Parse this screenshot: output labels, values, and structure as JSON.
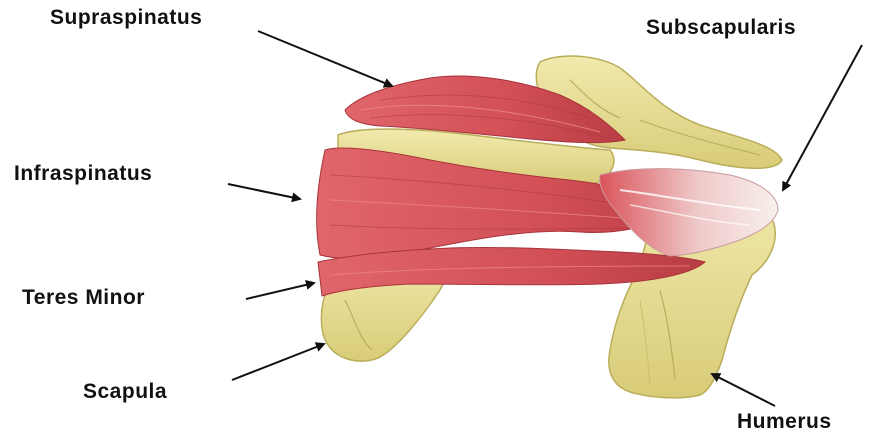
{
  "labels": {
    "supraspinatus": "Supraspinatus",
    "subscapularis": "Subscapularis",
    "infraspinatus": "Infraspinatus",
    "teres_minor": "Teres Minor",
    "scapula": "Scapula",
    "humerus": "Humerus"
  },
  "colors": {
    "muscle": "#d9545a",
    "muscle_dark": "#a8343b",
    "muscle_light": "#ee8a8c",
    "bone": "#e8de8f",
    "bone_shadow": "#b9ad5a",
    "bone_light": "#f5efc0",
    "tendon": "#f1e9e6",
    "arrow": "#111111"
  }
}
